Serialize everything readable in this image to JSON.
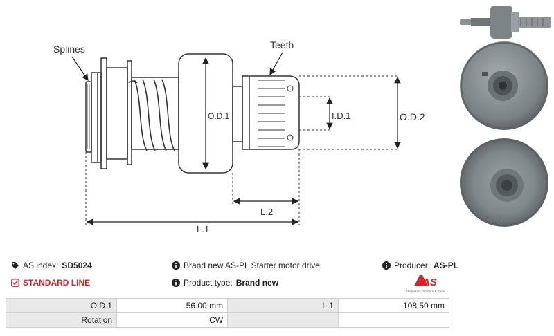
{
  "drawing": {
    "labels": {
      "splines": "Splines",
      "teeth": "Teeth",
      "od1": "O.D.1",
      "id1": "I.D.1",
      "od2": "O.D.2",
      "l2": "L.2",
      "l1": "L.1"
    }
  },
  "info": {
    "as_index_label": "AS index:",
    "as_index_value": "SD5024",
    "standard_line": "STANDARD LINE",
    "description": "Brand new AS-PL Starter motor drive",
    "product_type_label": "Product type:",
    "product_type_value": "Brand new",
    "producer_label": "Producer:",
    "producer_value": "AS-PL",
    "logo_text": "AS",
    "logo_tagline": "Alternators, Starters & Parts"
  },
  "specs": {
    "rows": [
      {
        "label1": "O.D.1",
        "value1": "56.00 mm",
        "label2": "L.1",
        "value2": "108.50 mm"
      },
      {
        "label1": "Rotation",
        "value1": "CW",
        "label2": "",
        "value2": ""
      }
    ]
  },
  "colors": {
    "accent": "#d8232a",
    "line": "#333333"
  }
}
